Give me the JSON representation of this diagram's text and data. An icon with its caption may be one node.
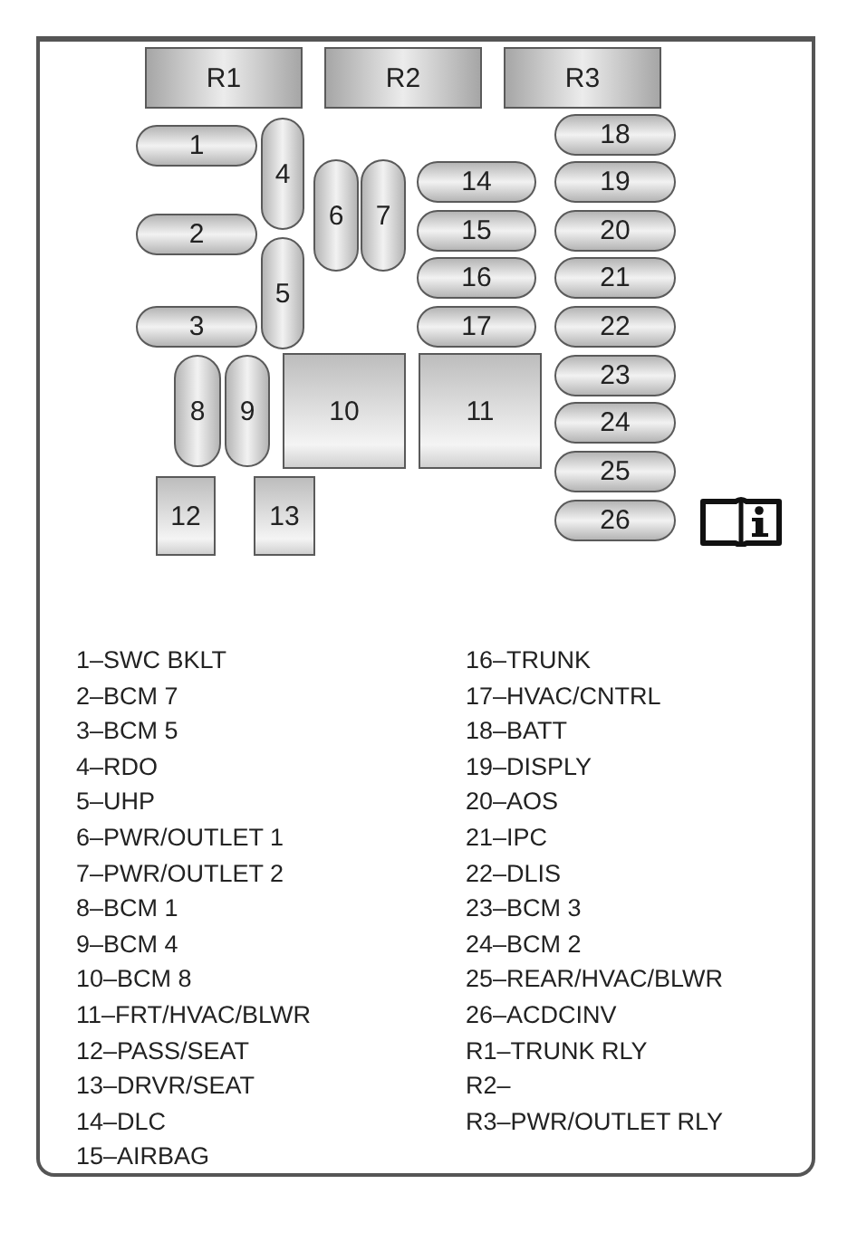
{
  "diagram": {
    "nodes": [
      {
        "text": [
          "R1"
        ]
      },
      {
        "text": [
          "R2"
        ]
      },
      {
        "text": [
          "R3"
        ]
      },
      {
        "text": [
          "1"
        ]
      },
      {
        "text": [
          "2"
        ]
      },
      {
        "text": [
          "3"
        ]
      },
      {
        "text": [
          "4"
        ]
      },
      {
        "text": [
          "5"
        ]
      },
      {
        "text": [
          "6"
        ]
      },
      {
        "text": [
          "7"
        ]
      },
      {
        "text": [
          "8"
        ]
      },
      {
        "text": [
          "9"
        ]
      },
      {
        "text": [
          "10"
        ]
      },
      {
        "text": [
          "11"
        ]
      },
      {
        "text": [
          "12"
        ]
      },
      {
        "text": [
          "13"
        ]
      },
      {
        "text": [
          "14"
        ]
      },
      {
        "text": [
          "15"
        ]
      },
      {
        "text": [
          "16"
        ]
      },
      {
        "text": [
          "17"
        ]
      },
      {
        "text": [
          "18"
        ]
      },
      {
        "text": [
          "19"
        ]
      },
      {
        "text": [
          "20"
        ]
      },
      {
        "text": [
          "21"
        ]
      },
      {
        "text": [
          "22"
        ]
      },
      {
        "text": [
          "23"
        ]
      },
      {
        "text": [
          "24"
        ]
      },
      {
        "text": [
          "25"
        ]
      },
      {
        "text": [
          "26"
        ]
      }
    ],
    "labels": [
      "1–SWC BKLT",
      "2–BCM 7",
      "3–BCM 5",
      "4–RDO",
      "5–UHP",
      "6–PWR/OUTLET 1",
      "7–PWR/OUTLET 2",
      "8–BCM 1",
      "9–BCM 4",
      "10–BCM 8",
      "11–FRT/HVAC/BLWR",
      "12–PASS/SEAT",
      "13–DRVR/SEAT",
      "14–DLC",
      "15–AIRBAG",
      "16–TRUNK",
      "17–HVAC/CNTRL",
      "18–BATT",
      "19–DISPLY",
      "20–AOS",
      "21–IPC",
      "22–DLIS",
      "23–BCM 3",
      "24–BCM 2",
      "25–REAR/HVAC/BLWR",
      "26–ACDCINV",
      "R1–TRUNK RLY",
      "R2–",
      "R3–PWR/OUTLET RLY"
    ]
  }
}
